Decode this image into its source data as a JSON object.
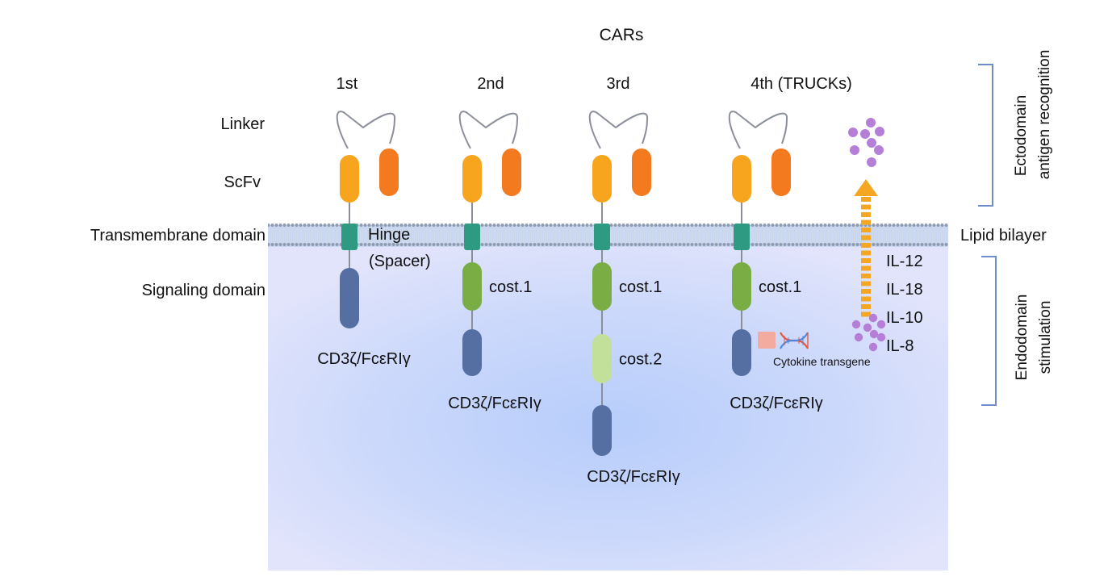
{
  "title": "CARs",
  "generations": [
    {
      "label": "1st",
      "signaling": [
        {
          "kind": "cd3",
          "label": "CD3ζ/FcεRIγ"
        }
      ]
    },
    {
      "label": "2nd",
      "signaling": [
        {
          "kind": "cost1",
          "label": "cost.1"
        },
        {
          "kind": "cd3",
          "label": "CD3ζ/FcεRIγ"
        }
      ]
    },
    {
      "label": "3rd",
      "signaling": [
        {
          "kind": "cost1",
          "label": "cost.1"
        },
        {
          "kind": "cost2",
          "label": "cost.2"
        },
        {
          "kind": "cd3",
          "label": "CD3ζ/FcεRIγ"
        }
      ]
    },
    {
      "label": "4th (TRUCKs)",
      "signaling": [
        {
          "kind": "cost1",
          "label": "cost.1"
        },
        {
          "kind": "cd3",
          "label": "CD3ζ/FcεRIγ"
        }
      ]
    }
  ],
  "left_labels": {
    "linker": "Linker",
    "scfv": "ScFv",
    "transmembrane": "Transmembrane domain",
    "signaling": "Signaling domain"
  },
  "hinge_label": "Hinge",
  "spacer_label": "(Spacer)",
  "membrane_label": "Lipid bilayer",
  "cytokine_transgene_label": "Cytokine transgene",
  "cytokines": [
    "IL-12",
    "IL-18",
    "IL-10",
    "IL-8"
  ],
  "brackets": {
    "ectodomain": {
      "line1": "Ectodomain",
      "line2": "antigen recognition"
    },
    "endodomain": {
      "line1": "Endodomain",
      "line2": "stimulation"
    }
  },
  "colors": {
    "scfv_light": "#F7A51E",
    "scfv_dark": "#F47A20",
    "hinge": "#2E9A82",
    "cost1": "#7AAE45",
    "cost2": "#C3E09A",
    "cd3": "#566FA3",
    "cytokine": "#B57FD8",
    "arrow": "#F5A623",
    "bracket": "#6E8CC7",
    "transgene_box": "#F3ABA0",
    "dna_red": "#E8553B",
    "dna_blue": "#4A8BE0"
  }
}
